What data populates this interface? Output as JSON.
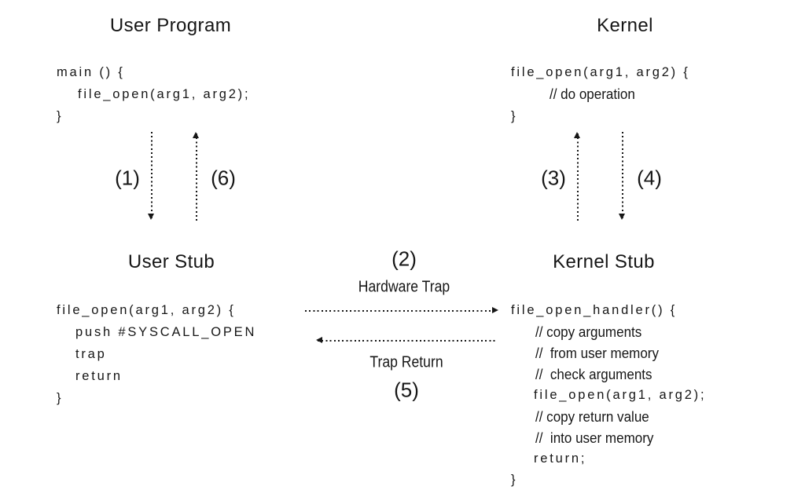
{
  "colors": {
    "background": "#ffffff",
    "ink": "#161616"
  },
  "sections": {
    "user_program": {
      "title": "User Program",
      "code": [
        {
          "kind": "code",
          "text": "main () {",
          "indent": 0
        },
        {
          "kind": "code",
          "text": "file_open(arg1, arg2);",
          "indent": 27
        },
        {
          "kind": "code",
          "text": "}",
          "indent": 0
        }
      ]
    },
    "kernel": {
      "title": "Kernel",
      "code": [
        {
          "kind": "code",
          "text": "file_open(arg1, arg2) {",
          "indent": 0
        },
        {
          "kind": "comment",
          "text": "// do operation",
          "indent": 49
        },
        {
          "kind": "code",
          "text": "}",
          "indent": 0
        }
      ]
    },
    "user_stub": {
      "title": "User Stub",
      "code": [
        {
          "kind": "code",
          "text": "file_open(arg1, arg2) {",
          "indent": 0
        },
        {
          "kind": "code",
          "text": "push #SYSCALL_OPEN",
          "indent": 24
        },
        {
          "kind": "code",
          "text": "trap",
          "indent": 24
        },
        {
          "kind": "code",
          "text": "return",
          "indent": 24
        },
        {
          "kind": "code",
          "text": "}",
          "indent": 0
        }
      ]
    },
    "kernel_stub": {
      "title": "Kernel Stub",
      "code": [
        {
          "kind": "code",
          "text": "file_open_handler() {",
          "indent": 0
        },
        {
          "kind": "comment",
          "text": "// copy arguments",
          "indent": 31
        },
        {
          "kind": "comment",
          "text": "//  from user memory",
          "indent": 31
        },
        {
          "kind": "comment",
          "text": "//  check arguments",
          "indent": 31
        },
        {
          "kind": "code",
          "text": "file_open(arg1, arg2);",
          "indent": 29
        },
        {
          "kind": "comment",
          "text": "// copy return value",
          "indent": 31
        },
        {
          "kind": "comment",
          "text": "//  into user memory",
          "indent": 31
        },
        {
          "kind": "code",
          "text": "return;",
          "indent": 29
        },
        {
          "kind": "code",
          "text": "}",
          "indent": 0
        }
      ]
    }
  },
  "steps": {
    "step1": "(1)",
    "step2": "(2)",
    "step3": "(3)",
    "step4": "(4)",
    "step5": "(5)",
    "step6": "(6)"
  },
  "flow_labels": {
    "hardware_trap": "Hardware Trap",
    "trap_return": "Trap Return"
  }
}
